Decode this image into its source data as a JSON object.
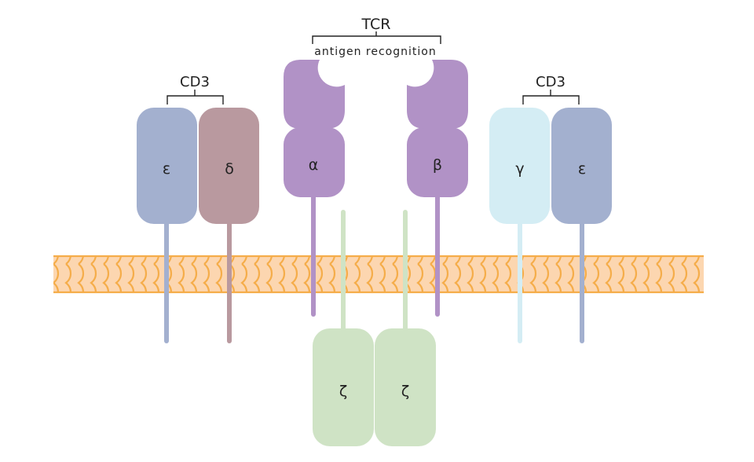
{
  "labels": {
    "tcr": "TCR",
    "tcr_subtitle": "antigen recognition",
    "cd3_left": "CD3",
    "cd3_right": "CD3"
  },
  "chains": {
    "cd3_epsilon_left": "ε",
    "cd3_delta": "δ",
    "tcr_alpha": "α",
    "tcr_beta": "β",
    "cd3_gamma": "γ",
    "cd3_epsilon_right": "ε",
    "zeta_left": "ζ",
    "zeta_right": "ζ"
  },
  "colors": {
    "epsilon": "#a3b0cf",
    "delta": "#b9999f",
    "tcr": "#b192c6",
    "gamma": "#d4edf4",
    "zeta": "#cfe3c5",
    "membrane_fill": "#fcd6b0",
    "membrane_stroke": "#f5ad4a"
  }
}
